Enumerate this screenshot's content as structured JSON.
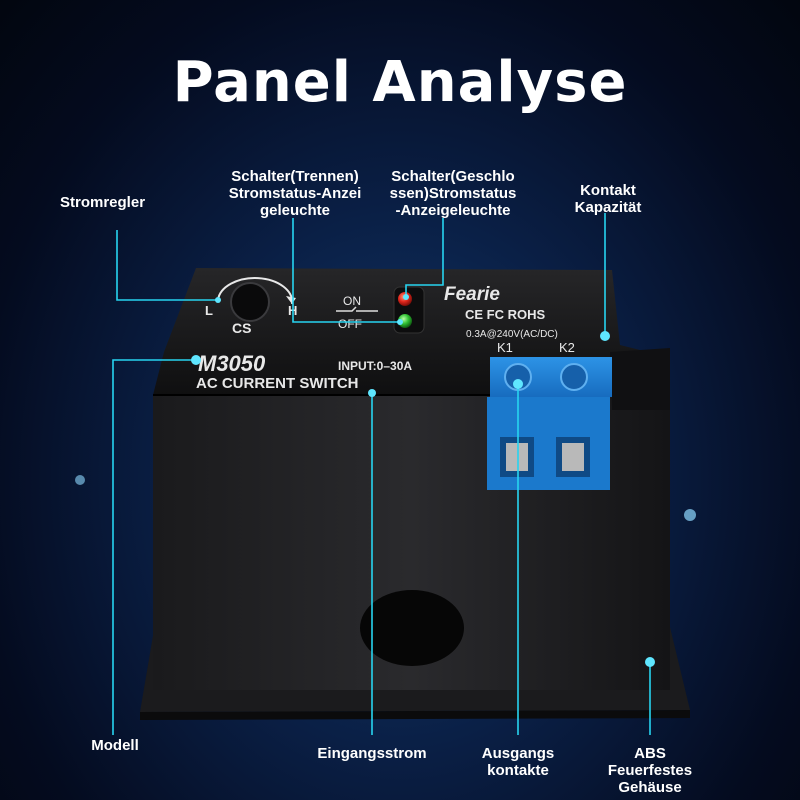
{
  "title": "Panel Analyse",
  "callouts": {
    "stromregler": "Stromregler",
    "schalter_trennen": "Schalter(Trennen)\nStromstatus-Anzei\ngeleuchte",
    "schalter_geschlossen": "Schalter(Geschlo\nssen)Stromstatus\n-Anzeigeleuchte",
    "kontakt_kapazitaet": "Kontakt\nKapazität",
    "modell": "Modell",
    "eingangsstrom": "Eingangsstrom",
    "ausgangskontakte": "Ausgangs\nkontakte",
    "abs_gehaeuse": "ABS\nFeuerfestes\nGehäuse"
  },
  "device": {
    "brand": "Fearie",
    "cert": "CE FC ROHS",
    "rating": "0.3A@240V(AC/DC)",
    "k1": "K1",
    "k2": "K2",
    "knob_l": "L",
    "knob_h": "H",
    "knob_label": "CS",
    "on_label": "ON",
    "off_label": "OFF",
    "model": "M3050",
    "input": "INPUT:0–30A",
    "product_name": "AC CURRENT SWITCH"
  },
  "colors": {
    "accent_line": "#27d4f0",
    "terminal_blue": "#1f7fd1",
    "led_red": "#e0261c",
    "led_green": "#2fc032"
  }
}
